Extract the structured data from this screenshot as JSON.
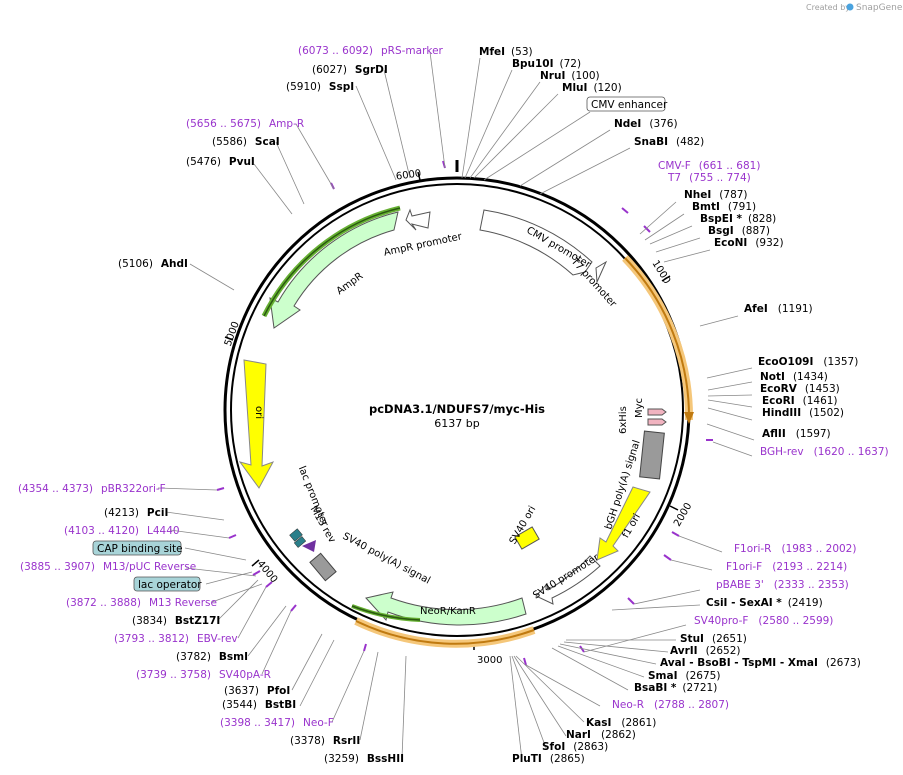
{
  "watermark": {
    "prefix": "Created by",
    "brand": "SnapGene"
  },
  "plasmid": {
    "name": "pcDNA3.1/NDUFS7/myc-His",
    "size": "6137 bp"
  },
  "ticks": [
    "1000",
    "2000",
    "3000",
    "4000",
    "5000",
    "6000"
  ],
  "sites": [
    {
      "name": "MfeI",
      "pos": "(53)",
      "type": "enzyme"
    },
    {
      "name": "Bpu10I",
      "pos": "(72)",
      "type": "enzyme"
    },
    {
      "name": "NruI",
      "pos": "(100)",
      "type": "enzyme"
    },
    {
      "name": "MluI",
      "pos": "(120)",
      "type": "enzyme"
    },
    {
      "name": "CMV enhancer",
      "pos": "",
      "type": "box"
    },
    {
      "name": "NdeI",
      "pos": "(376)",
      "type": "enzyme"
    },
    {
      "name": "SnaBI",
      "pos": "(482)",
      "type": "enzyme"
    },
    {
      "name": "CMV-F",
      "pos": "(661 .. 681)",
      "type": "primer"
    },
    {
      "name": "T7",
      "pos": "(755 .. 774)",
      "type": "primer"
    },
    {
      "name": "NheI",
      "pos": "(787)",
      "type": "enzyme"
    },
    {
      "name": "BmtI",
      "pos": "(791)",
      "type": "enzyme"
    },
    {
      "name": "BspEI *",
      "pos": "(828)",
      "type": "enzyme"
    },
    {
      "name": "BsgI",
      "pos": "(887)",
      "type": "enzyme"
    },
    {
      "name": "EcoNI",
      "pos": "(932)",
      "type": "enzyme"
    },
    {
      "name": "AfeI",
      "pos": "(1191)",
      "type": "enzyme"
    },
    {
      "name": "EcoO109I",
      "pos": "(1357)",
      "type": "enzyme"
    },
    {
      "name": "NotI",
      "pos": "(1434)",
      "type": "enzyme"
    },
    {
      "name": "EcoRV",
      "pos": "(1453)",
      "type": "enzyme"
    },
    {
      "name": "EcoRI",
      "pos": "(1461)",
      "type": "enzyme"
    },
    {
      "name": "HindIII",
      "pos": "(1502)",
      "type": "enzyme"
    },
    {
      "name": "AflII",
      "pos": "(1597)",
      "type": "enzyme"
    },
    {
      "name": "BGH-rev",
      "pos": "(1620 .. 1637)",
      "type": "primer"
    },
    {
      "name": "F1ori-R",
      "pos": "(1983 .. 2002)",
      "type": "primer"
    },
    {
      "name": "F1ori-F",
      "pos": "(2193 .. 2214)",
      "type": "primer"
    },
    {
      "name": "pBABE 3'",
      "pos": "(2333 .. 2353)",
      "type": "primer"
    },
    {
      "name": "CsiI - SexAI *",
      "pos": "(2419)",
      "type": "enzyme"
    },
    {
      "name": "SV40pro-F",
      "pos": "(2580 .. 2599)",
      "type": "primer"
    },
    {
      "name": "StuI",
      "pos": "(2651)",
      "type": "enzyme"
    },
    {
      "name": "AvrII",
      "pos": "(2652)",
      "type": "enzyme"
    },
    {
      "name": "AvaI - BsoBI - TspMI - XmaI",
      "pos": "(2673)",
      "type": "enzyme"
    },
    {
      "name": "SmaI",
      "pos": "(2675)",
      "type": "enzyme"
    },
    {
      "name": "BsaBI *",
      "pos": "(2721)",
      "type": "enzyme"
    },
    {
      "name": "Neo-R",
      "pos": "(2788 .. 2807)",
      "type": "primer"
    },
    {
      "name": "KasI",
      "pos": "(2861)",
      "type": "enzyme"
    },
    {
      "name": "NarI",
      "pos": "(2862)",
      "type": "enzyme"
    },
    {
      "name": "SfoI",
      "pos": "(2863)",
      "type": "enzyme"
    },
    {
      "name": "PluTI",
      "pos": "(2865)",
      "type": "enzyme"
    },
    {
      "name": "BssHII",
      "pos": "(3259)",
      "type": "enzyme"
    },
    {
      "name": "RsrII",
      "pos": "(3378)",
      "type": "enzyme"
    },
    {
      "name": "Neo-F",
      "pos": "(3398 .. 3417)",
      "type": "primer"
    },
    {
      "name": "BstBI",
      "pos": "(3544)",
      "type": "enzyme"
    },
    {
      "name": "PfoI",
      "pos": "(3637)",
      "type": "enzyme"
    },
    {
      "name": "SV40pA-R",
      "pos": "(3739 .. 3758)",
      "type": "primer"
    },
    {
      "name": "BsmI",
      "pos": "(3782)",
      "type": "enzyme"
    },
    {
      "name": "EBV-rev",
      "pos": "(3793 .. 3812)",
      "type": "primer"
    },
    {
      "name": "BstZ17I",
      "pos": "(3834)",
      "type": "enzyme"
    },
    {
      "name": "M13 Reverse",
      "pos": "(3872 .. 3888)",
      "type": "primer"
    },
    {
      "name": "lac operator",
      "pos": "",
      "type": "box"
    },
    {
      "name": "M13/pUC Reverse",
      "pos": "(3885 .. 3907)",
      "type": "primer"
    },
    {
      "name": "CAP binding site",
      "pos": "",
      "type": "box"
    },
    {
      "name": "L4440",
      "pos": "(4103 .. 4120)",
      "type": "primer"
    },
    {
      "name": "PciI",
      "pos": "(4213)",
      "type": "enzyme"
    },
    {
      "name": "pBR322ori-F",
      "pos": "(4354 .. 4373)",
      "type": "primer"
    },
    {
      "name": "AhdI",
      "pos": "(5106)",
      "type": "enzyme"
    },
    {
      "name": "PvuI",
      "pos": "(5476)",
      "type": "enzyme"
    },
    {
      "name": "ScaI",
      "pos": "(5586)",
      "type": "enzyme"
    },
    {
      "name": "Amp-R",
      "pos": "(5656 .. 5675)",
      "type": "primer"
    },
    {
      "name": "SspI",
      "pos": "(5910)",
      "type": "enzyme"
    },
    {
      "name": "SgrDI",
      "pos": "(6027)",
      "type": "enzyme"
    },
    {
      "name": "pRS-marker",
      "pos": "(6073 .. 6092)",
      "type": "primer"
    }
  ],
  "features": [
    {
      "name": "CMV promoter"
    },
    {
      "name": "T7 promoter"
    },
    {
      "name": "Myc"
    },
    {
      "name": "6xHis"
    },
    {
      "name": "bGH poly(A) signal"
    },
    {
      "name": "f1 ori"
    },
    {
      "name": "SV40 promoter"
    },
    {
      "name": "SV40 ori"
    },
    {
      "name": "NeoR/KanR"
    },
    {
      "name": "SV40 poly(A) signal"
    },
    {
      "name": "M13 rev"
    },
    {
      "name": "lac promoter"
    },
    {
      "name": "ori"
    },
    {
      "name": "AmpR"
    },
    {
      "name": "AmpR promoter"
    }
  ],
  "colors": {
    "primer": "#9933cc",
    "enzyme": "#000000",
    "ori_fill": "#ffff00",
    "resistance_fill": "#ccffcc",
    "orange_highlight": "#f5a623",
    "green_highlight": "#66b032",
    "box_fill": "#a8d4d8"
  }
}
